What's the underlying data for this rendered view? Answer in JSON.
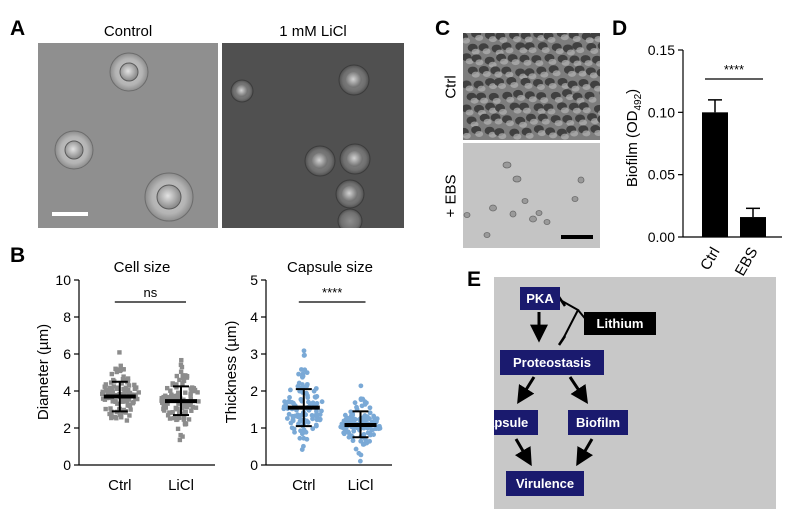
{
  "panel_labels": {
    "a": "A",
    "b": "B",
    "c": "C",
    "d": "D",
    "e": "E"
  },
  "panel_a": {
    "left_title": "Control",
    "right_title": "1 mM LiCl"
  },
  "panel_c": {
    "top_label": "Ctrl",
    "bottom_label": "+ EBS"
  },
  "chart_data": [
    {
      "type": "scatter",
      "title": "Cell size",
      "ylabel": "Diameter (µm)",
      "categories": [
        "Ctrl",
        "LiCl"
      ],
      "ylim": [
        0,
        10
      ],
      "yticks": [
        "0",
        "2",
        "4",
        "6",
        "8",
        "10"
      ],
      "summary": [
        {
          "category": "Ctrl",
          "mean": 3.7,
          "sd_low": 2.9,
          "sd_high": 4.5
        },
        {
          "category": "LiCl",
          "mean": 3.45,
          "sd_low": 2.7,
          "sd_high": 4.25
        }
      ],
      "significance": "ns",
      "point_color": "#8c8c8c"
    },
    {
      "type": "scatter",
      "title": "Capsule size",
      "ylabel": "Thickness (µm)",
      "categories": [
        "Ctrl",
        "LiCl"
      ],
      "ylim": [
        0,
        5
      ],
      "yticks": [
        "0",
        "1",
        "2",
        "3",
        "4",
        "5"
      ],
      "summary": [
        {
          "category": "Ctrl",
          "mean": 1.55,
          "sd_low": 1.05,
          "sd_high": 2.05
        },
        {
          "category": "LiCl",
          "mean": 1.08,
          "sd_low": 0.75,
          "sd_high": 1.45
        }
      ],
      "significance": "****",
      "point_color": "#7aa9d6"
    },
    {
      "type": "bar",
      "ylabel": "Biofilm (OD492)",
      "ylabel_main": "Biofilm (OD",
      "ylabel_sub": "492",
      "ylabel_end": ")",
      "categories": [
        "Ctrl",
        "+ EBS"
      ],
      "values": [
        0.1,
        0.016
      ],
      "errors": [
        0.01,
        0.007
      ],
      "ylim": [
        0,
        0.15
      ],
      "yticks": [
        "0.00",
        "0.05",
        "0.10",
        "0.15"
      ],
      "significance": "****",
      "bar_color": "#000000"
    }
  ],
  "diagram": {
    "nodes": {
      "pka": "PKA",
      "lithium": "Lithium",
      "proteostasis": "Proteostasis",
      "capsule": "Capsule",
      "biofilm": "Biofilm",
      "virulence": "Virulence"
    },
    "background": "#c8c8c8",
    "node_fill": "#1a1a6e",
    "lithium_fill": "#000000"
  }
}
